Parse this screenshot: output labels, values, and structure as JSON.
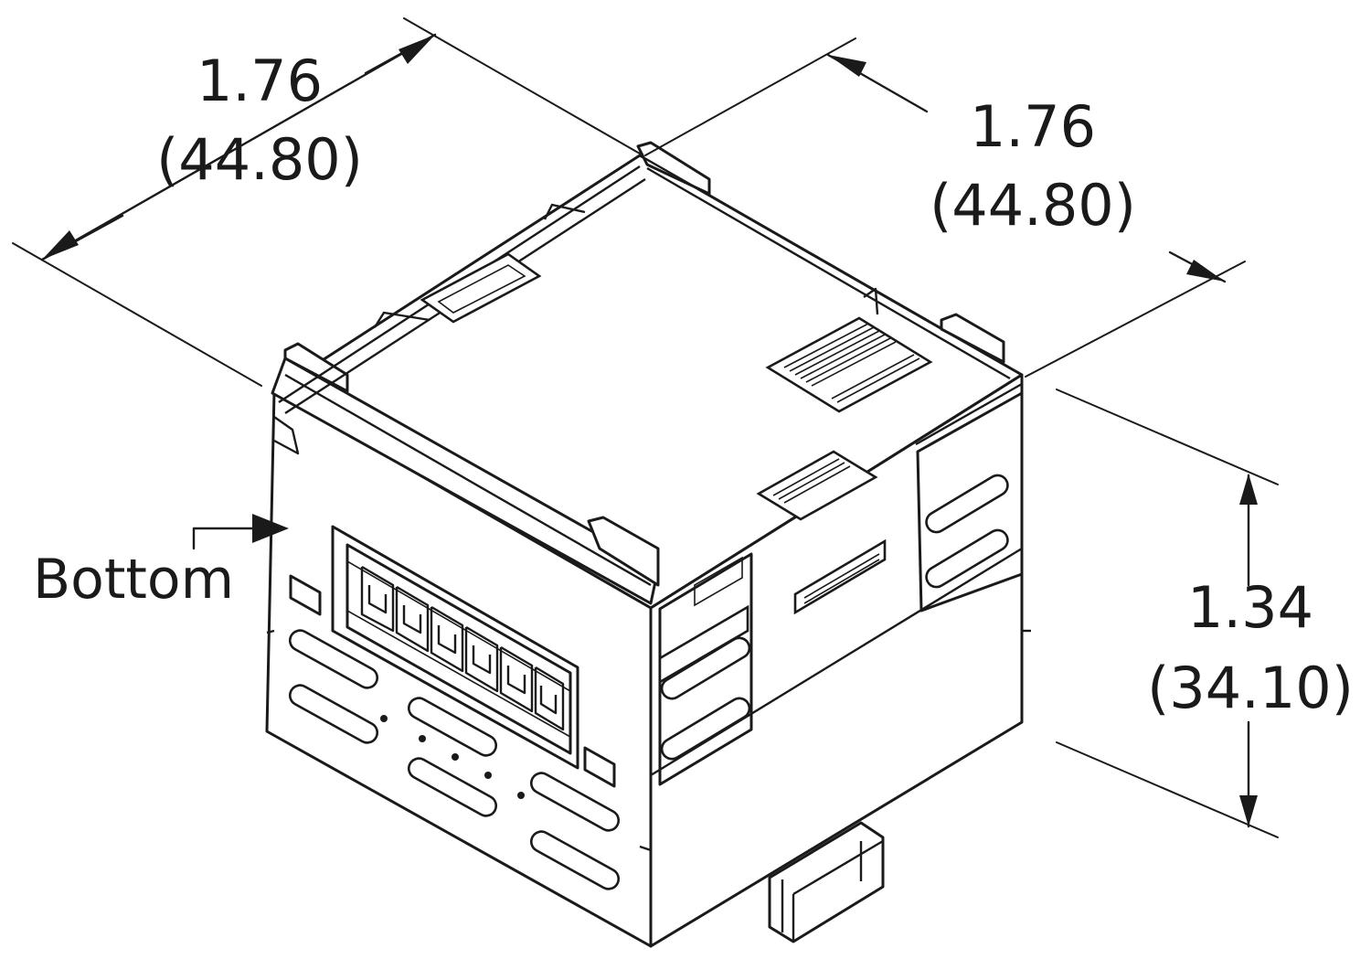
{
  "dimensions": {
    "width_left": {
      "inches": "1.76",
      "mm": "(44.80)"
    },
    "width_right": {
      "inches": "1.76",
      "mm": "(44.80)"
    },
    "height": {
      "inches": "1.34",
      "mm": "(34.10)"
    }
  },
  "callouts": {
    "bottom_label": "Bottom"
  },
  "colors": {
    "ink": "#1a1a1a",
    "background": "#ffffff"
  }
}
